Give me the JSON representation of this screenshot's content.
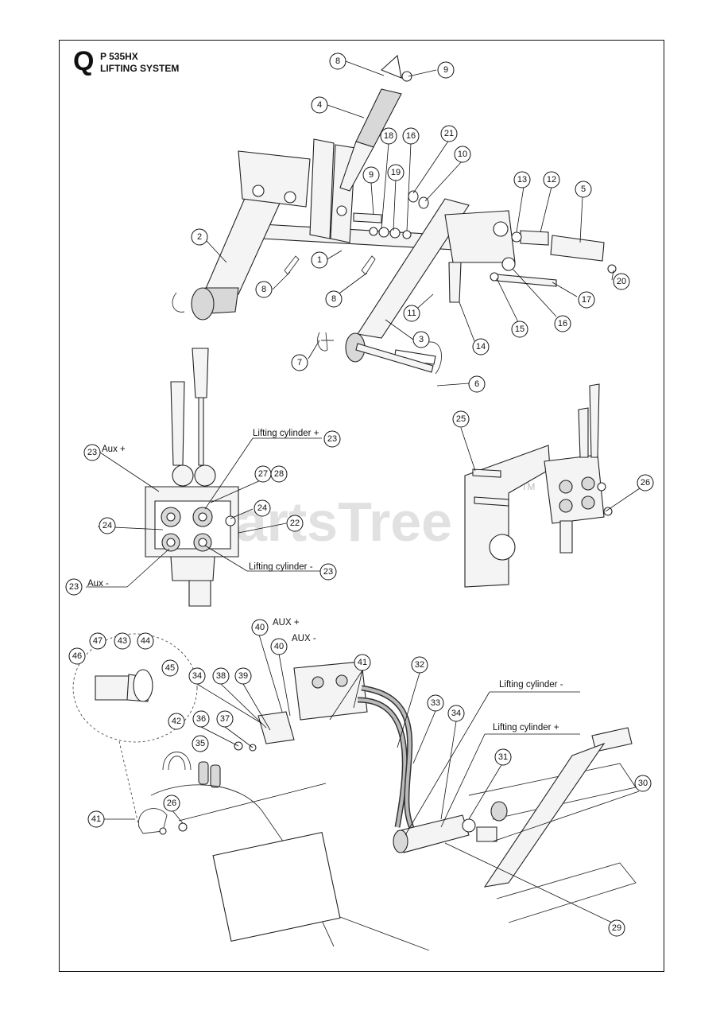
{
  "header": {
    "section_letter": "Q",
    "model": "P 535HX",
    "title": "LIFTING SYSTEM"
  },
  "watermark": {
    "text": "PartsTree",
    "tm": "TM"
  },
  "labels": {
    "aux_plus": "Aux +",
    "aux_minus": "Aux -",
    "lifting_cylinder_plus": "Lifting cylinder +",
    "lifting_cylinder_minus": "Lifting cylinder -",
    "aux_plus_upper": "AUX +",
    "aux_minus_upper": "AUX -"
  },
  "callouts": [
    "1",
    "2",
    "3",
    "4",
    "5",
    "6",
    "7",
    "8",
    "9",
    "10",
    "11",
    "12",
    "13",
    "14",
    "15",
    "16",
    "17",
    "18",
    "19",
    "20",
    "21",
    "22",
    "23",
    "24",
    "25",
    "26",
    "27",
    "28",
    "29",
    "30",
    "31",
    "32",
    "33",
    "34",
    "35",
    "36",
    "37",
    "38",
    "39",
    "40",
    "41",
    "42",
    "43",
    "44",
    "45",
    "46",
    "47"
  ]
}
